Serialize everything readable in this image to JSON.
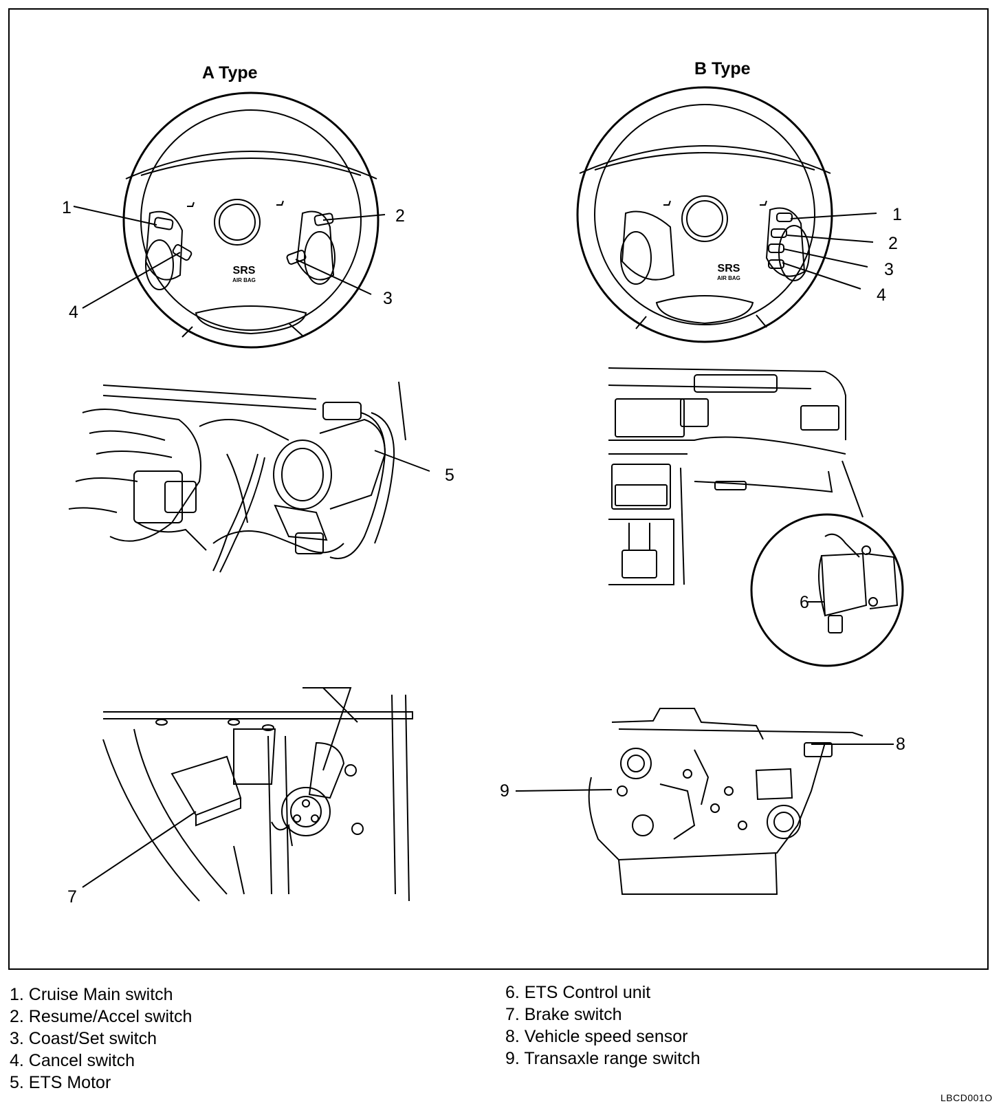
{
  "titles": {
    "a_type": "A Type",
    "b_type": "B Type"
  },
  "srs": {
    "main": "SRS",
    "sub": "AIR BAG"
  },
  "callouts": {
    "a1": "1",
    "a2": "2",
    "a3": "3",
    "a4": "4",
    "b1": "1",
    "b2": "2",
    "b3": "3",
    "b4": "4",
    "n5": "5",
    "n6": "6",
    "n7": "7",
    "n8": "8",
    "n9": "9"
  },
  "legend": {
    "left": [
      "1. Cruise Main switch",
      "2. Resume/Accel switch",
      "3. Coast/Set switch",
      "4. Cancel switch",
      "5. ETS Motor"
    ],
    "right": [
      "6. ETS Control unit",
      "7. Brake switch",
      "8. Vehicle speed sensor",
      "9. Transaxle range switch"
    ]
  },
  "figure_code": "LBCD001O"
}
